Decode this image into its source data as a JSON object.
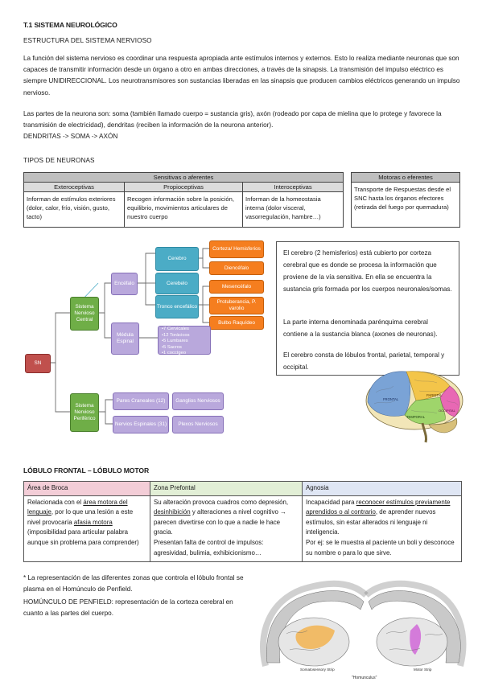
{
  "title": "T.1 SISTEMA NEUROLÓGICO",
  "subtitle": "ESTRUCTURA DEL SISTEMA NERVIOSO",
  "para1": "La función del sistema nervioso es coordinar una respuesta apropiada ante estímulos internos y externos. Esto lo realiza mediante neuronas que son capaces de transmitir información desde un órgano a otro en ambas direcciones, a través de la sinapsis. La transmisión del impulso eléctrico es siempre UNIDIRECCIONAL. Los neurotransmisores son sustancias liberadas en las sinapsis que producen cambios eléctricos generando un impulso nervioso.",
  "para2": "Las partes de la neurona son: soma (también llamado cuerpo = sustancia gris), axón (rodeado por capa de mielina que lo protege y favorece la transmisión de electricidad), dendritas (reciben la información de la neurona anterior).",
  "para3": "DENDRITAS -> SOMA -> AXÓN",
  "tipos_title": "TIPOS DE NEURONAS",
  "neuron_table": {
    "sensitivas_header": "Sensitivas o aferentes",
    "motoras_header": "Motoras o eferentes",
    "cols": [
      "Exteroceptivas",
      "Propioceptivas",
      "Interoceptivas"
    ],
    "cells": [
      "Informan de estímulos exteriores (dolor, calor, frío, visión, gusto, tacto)",
      "Recogen información sobre la posición, equilibrio, movimientos articulares de nuestro cuerpo",
      "Informan de la homeostasia interna (dolor visceral, vasorregulación, hambre…)"
    ],
    "motoras_cell": "Transporte de Respuestas desde el SNC hasta los órganos efectores (retirada del fuego por quemadura)"
  },
  "diagram": {
    "sn": "SN",
    "snc": "Sistema Nervioso Central",
    "snp": "Sistema Nervioso Periférico",
    "encefalo": "Encéfalo",
    "medula": "Médula Espinal",
    "cerebro": "Cerebro",
    "cerebelo": "Cerebelo",
    "tronco": "Tronco encefálico",
    "corteza": "Corteza/ Hemisferios",
    "diencefalo": "Diencéfalo",
    "mesencefalo": "Mesencéfalo",
    "protuberancia": "Protuberancia, P. varolio",
    "bulbo": "Bulbo Raquídeo",
    "medula_items": [
      "•7 Cervicales",
      "•12 Torácicos",
      "•5 Lumbares",
      "•5 Sacros",
      "•1 coccígeo"
    ],
    "pares_craneales": "Pares Craneales (12)",
    "ganglios": "Ganglios Nerviosos",
    "nervios_espinales": "Nervios Espinales (31)",
    "plexos": "Plexos Nerviosos"
  },
  "cerebro_text": [
    "El cerebro (2 hemisferios) está cubierto por corteza cerebral que es donde se procesa la información que proviene de la vía sensitiva. En ella se encuentra la sustancia gris formada por los cuerpos neuronales/somas.",
    "La parte interna denominada parénquima cerebral contiene a la sustancia blanca (axones de neuronas).",
    "El cerebro consta de lóbulos frontal, parietal, temporal y occipital."
  ],
  "brain_labels": {
    "frontal": "FRONTAL",
    "parietal": "PARIETAL",
    "temporal": "TEMPORAL",
    "occipital": "OCCIPITAL"
  },
  "lobulo_title": "LÓBULO FRONTAL – LÓBULO MOTOR",
  "lobulo_table": {
    "headers": [
      "Área de Broca",
      "Zona Prefontal",
      "Agnosia"
    ],
    "broca": {
      "t1": "Relacionada con el ",
      "u1": "área motora del lenguaje",
      "t2": ", por lo que una lesión a este nivel provocaría ",
      "u2": "afasia motora",
      "t3": " (imposibilidad para articular palabra aunque sin problema para comprender)"
    },
    "prefontal": {
      "t1": "Su alteración provoca cuadros como depresión, ",
      "u1": "desinhibición",
      "t2": " y alteraciones a nivel cognitivo → parecen divertirse con lo que a nadie le hace gracia.",
      "t3": "Presentan falta de control de impulsos: agresividad, bulimia, exhibicionismo…"
    },
    "agnosia": {
      "t1": "Incapacidad para ",
      "u1": "reconocer estímulos previamente aprendidos o al contrario",
      "t2": ", de aprender nuevos estímulos, sin estar alterados ni lenguaje ni inteligencia.",
      "t3": "Por ej:  se le muestra al paciente un boli y desconoce su nombre o para lo que sirve."
    }
  },
  "footnote": [
    "* La representación de las diferentes zonas que controla el lóbulo frontal se plasma en el Homúnculo de Penfield.",
    "HOMÚNCULO DE PENFIELD: representación de la corteza cerebral en cuanto a las partes del cuerpo."
  ],
  "homunculus_labels": {
    "somato": "Somatosensory Strip",
    "motor": "Motor Strip",
    "caption": "\"Homunculus\""
  },
  "colors": {
    "green": "#6fae47",
    "purple": "#b9a8dc",
    "teal": "#4bacc6",
    "orange": "#f57e1f",
    "red": "#c0504d",
    "broca_bg": "#f3cdd7",
    "prefontal_bg": "#e2efd6",
    "agnosia_bg": "#dfe6f4"
  }
}
